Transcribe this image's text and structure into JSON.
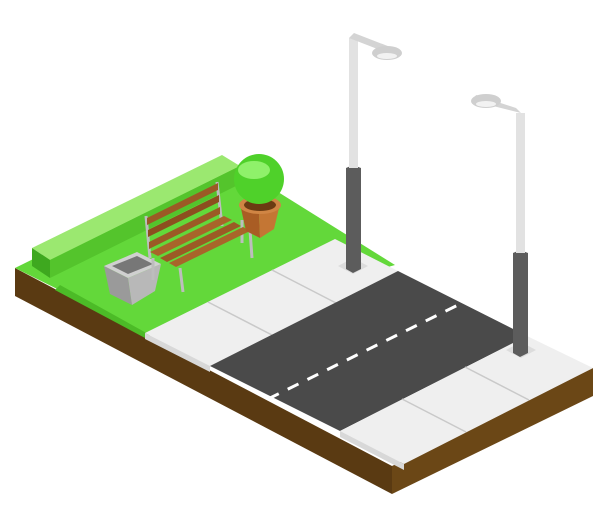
{
  "scene": {
    "kind": "isometric street block illustration",
    "elements": [
      "soil-base",
      "grass-lawn",
      "hedge",
      "park-bench",
      "trash-bin",
      "potted-topiary",
      "sidewalk-near",
      "sidewalk-far",
      "asphalt-road",
      "lane-markings",
      "street-lamp-left",
      "street-lamp-right"
    ]
  },
  "colors": {
    "background": "#ffffff",
    "soil_side_left": "#5a3a12",
    "soil_side_right": "#6b4716",
    "grass_top": "#63d83a",
    "grass_dark": "#4cbb27",
    "hedge_top": "#9be870",
    "hedge_front": "#54c42c",
    "hedge_side": "#3ea81f",
    "sidewalk": "#efefef",
    "sidewalk_joint": "#c9c9c9",
    "sidewalk_edge": "#d8d8d8",
    "road": "#4a4a4a",
    "road_marking": "#ffffff",
    "lamp_base": "#5c5c5c",
    "lamp_pole": "#e2e2e2",
    "lamp_shade": "#cfcfcf",
    "bench_wood": "#9b5a25",
    "bench_frame": "#bdbdbd",
    "bin": "#a9a9a9",
    "pot": "#b86a2e",
    "topiary": "#4fd12a"
  }
}
